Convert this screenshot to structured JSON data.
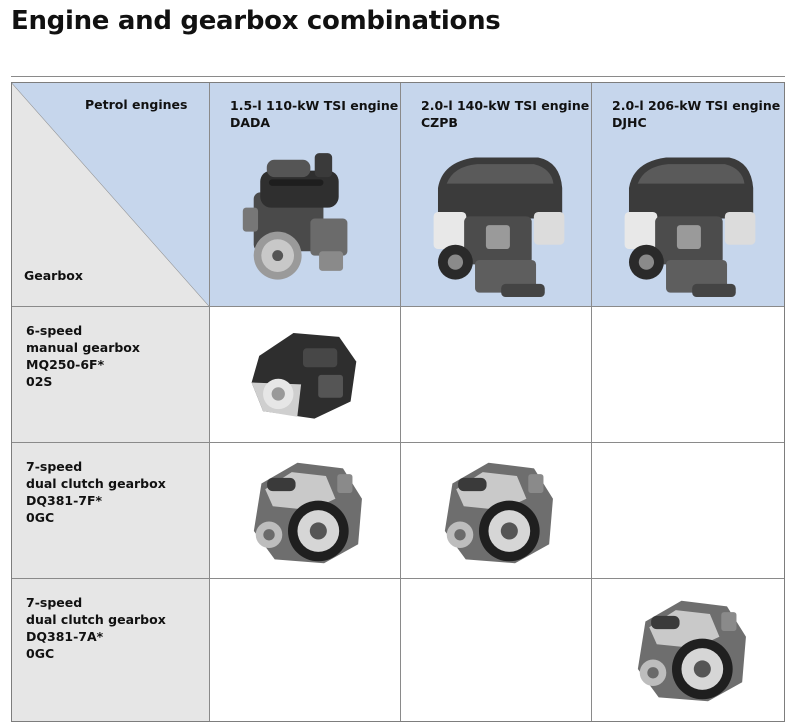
{
  "page": {
    "title": "Engine and gearbox combinations"
  },
  "table": {
    "corner": {
      "top_label": "Petrol engines",
      "bottom_label": "Gearbox"
    },
    "engines": [
      {
        "line1": "1.5-l 110-kW TSI engine",
        "line2": "DADA",
        "image": "engine-1-5-tsi-image"
      },
      {
        "line1": "2.0-l 140-kW TSI engine",
        "line2": "CZPB",
        "image": "engine-2-0-tsi-image"
      },
      {
        "line1": "2.0-l 206-kW TSI engine",
        "line2": "DJHC",
        "image": "engine-2-0-tsi-image"
      }
    ],
    "gearboxes": [
      {
        "lines": [
          "6-speed",
          "manual gearbox",
          "MQ250-6F*",
          "02S"
        ],
        "available": [
          true,
          false,
          false
        ]
      },
      {
        "lines": [
          "7-speed",
          "dual clutch gearbox",
          "DQ381-7F*",
          "0GC"
        ],
        "available": [
          true,
          true,
          false
        ]
      },
      {
        "lines": [
          "7-speed",
          "dual clutch gearbox",
          "DQ381-7A*",
          "0GC"
        ],
        "available": [
          false,
          false,
          true
        ]
      }
    ]
  },
  "colors": {
    "engine_header_bg": "#c6d6ec",
    "gearbox_header_bg": "#e6e6e6",
    "grid_line": "#8a8a8a"
  }
}
